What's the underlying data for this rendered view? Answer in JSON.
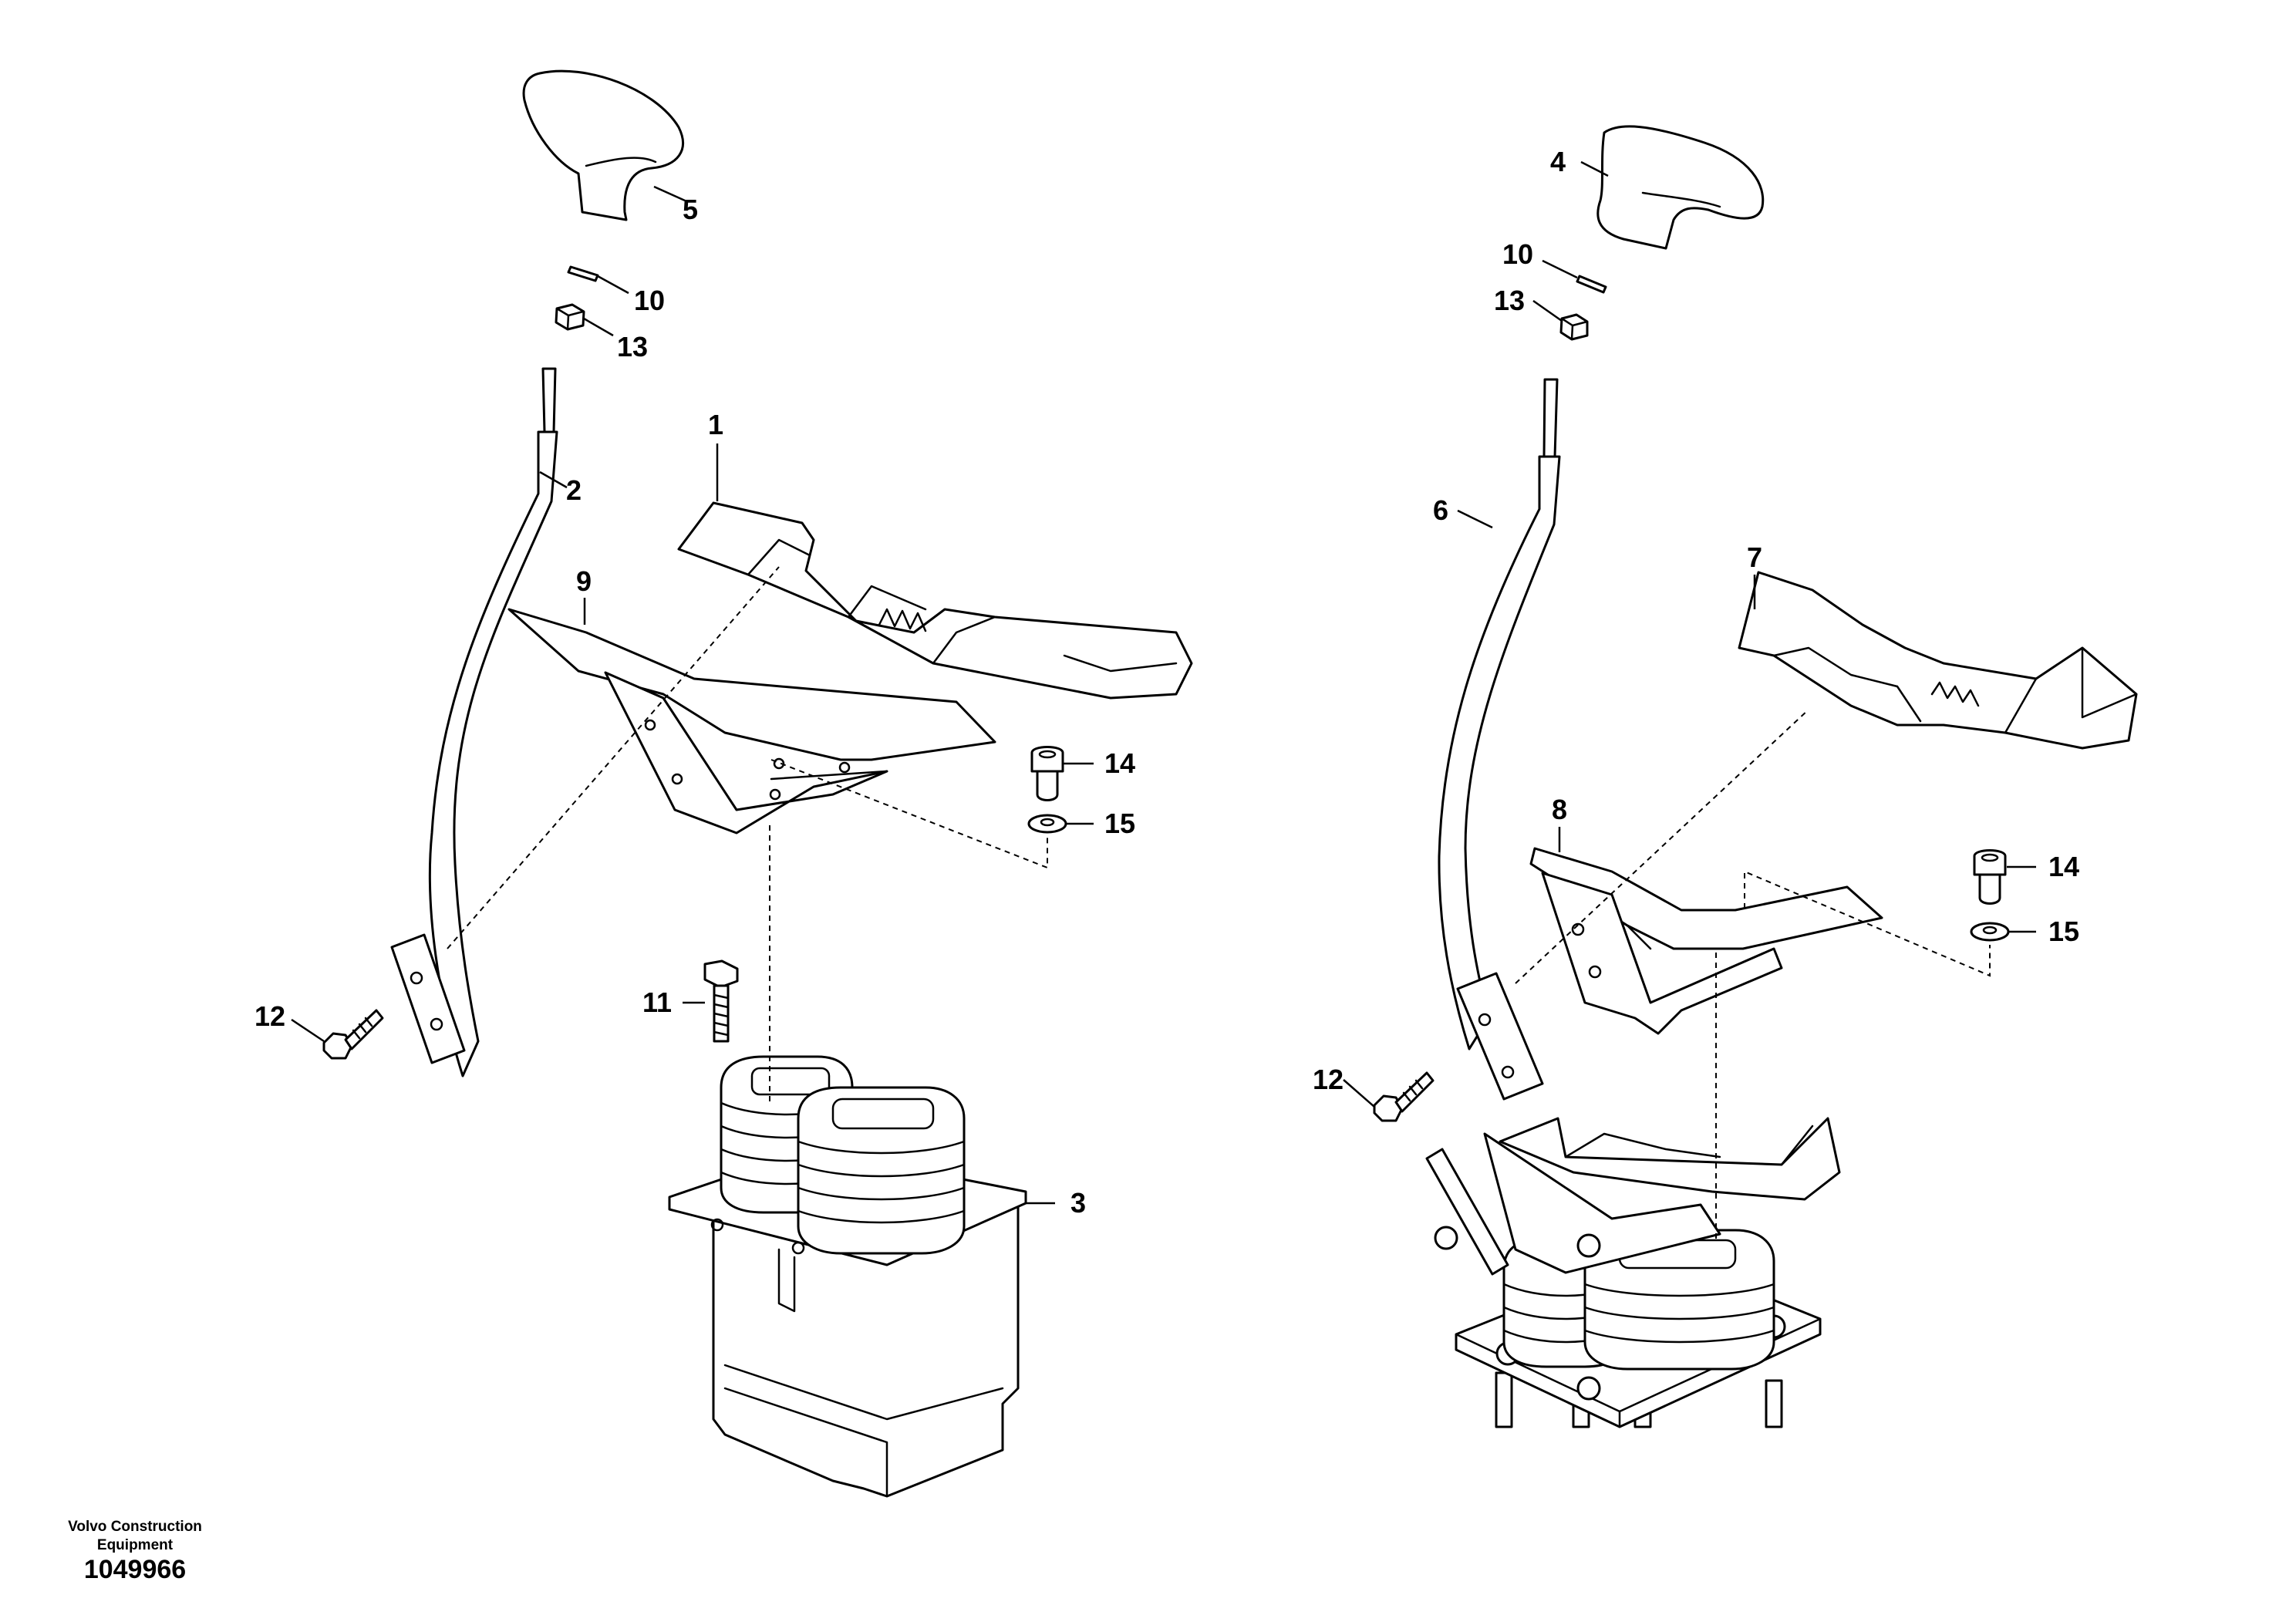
{
  "footer": {
    "company_line1": "Volvo Construction",
    "company_line2": "Equipment",
    "document_number": "1049966"
  },
  "callouts": {
    "left": {
      "c1": "1",
      "c2": "2",
      "c3": "3",
      "c5": "5",
      "c9": "9",
      "c10": "10",
      "c11": "11",
      "c12": "12",
      "c13": "13",
      "c14": "14",
      "c15": "15"
    },
    "right": {
      "c4": "4",
      "c6": "6",
      "c7": "7",
      "c8": "8",
      "c10": "10",
      "c12": "12",
      "c13": "13",
      "c14": "14",
      "c15": "15"
    }
  }
}
